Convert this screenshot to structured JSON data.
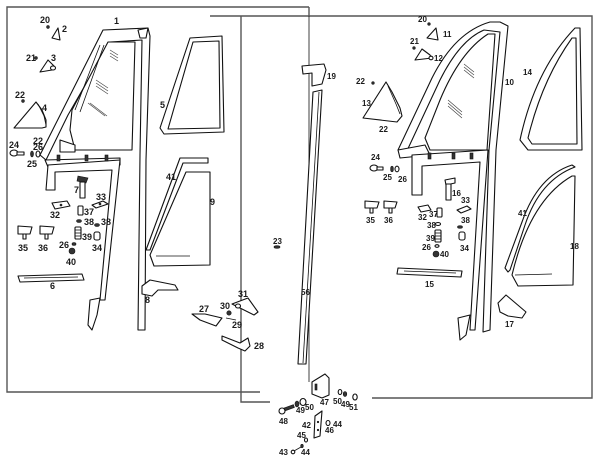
{
  "diagram": {
    "type": "exploded-parts-diagram",
    "subject": "vent window / quarter window assembly",
    "left_group": {
      "callouts": [
        "1",
        "2",
        "3",
        "4",
        "5",
        "6",
        "7",
        "8",
        "9",
        "20",
        "21",
        "22",
        "22",
        "24",
        "25",
        "26",
        "26",
        "27",
        "28",
        "29",
        "30",
        "31",
        "32",
        "33",
        "34",
        "35",
        "36",
        "37",
        "38",
        "38",
        "39",
        "40",
        "41"
      ]
    },
    "center_group": {
      "callouts": [
        "19",
        "23",
        "56",
        "42",
        "43",
        "44",
        "44",
        "45",
        "46",
        "47",
        "48",
        "49",
        "49",
        "50",
        "50",
        "51"
      ]
    },
    "right_group": {
      "callouts": [
        "10",
        "11",
        "12",
        "13",
        "14",
        "15",
        "16",
        "17",
        "18",
        "20",
        "21",
        "22",
        "22",
        "24",
        "25",
        "26",
        "26",
        "32",
        "33",
        "34",
        "35",
        "36",
        "37",
        "38",
        "38",
        "39",
        "40",
        "41"
      ]
    }
  },
  "labels": {
    "l1": "1",
    "l2": "2",
    "l3": "3",
    "l4": "4",
    "l5": "5",
    "l6": "6",
    "l7": "7",
    "l8": "8",
    "l9": "9",
    "l20": "20",
    "l21": "21",
    "l22a": "22",
    "l22b": "22",
    "l24": "24",
    "l25": "25",
    "l26a": "26",
    "l26b": "26",
    "l27": "27",
    "l28": "28",
    "l29": "29",
    "l30": "30",
    "l31": "31",
    "l32": "32",
    "l33": "33",
    "l34": "34",
    "l35": "35",
    "l36": "36",
    "l37": "37",
    "l38a": "38",
    "l38b": "38",
    "l39": "39",
    "l40": "40",
    "l41": "41",
    "c19": "19",
    "c23": "23",
    "c56": "56",
    "c42": "42",
    "c43": "43",
    "c44a": "44",
    "c44b": "44",
    "c45": "45",
    "c46": "46",
    "c47": "47",
    "c48": "48",
    "c49a": "49",
    "c49b": "49",
    "c50a": "50",
    "c50b": "50",
    "c51": "51",
    "r10": "10",
    "r11": "11",
    "r12": "12",
    "r13": "13",
    "r14": "14",
    "r15": "15",
    "r16": "16",
    "r17": "17",
    "r18": "18",
    "r20": "20",
    "r21": "21",
    "r22a": "22",
    "r22b": "22",
    "r24": "24",
    "r25": "25",
    "r26a": "26",
    "r26b": "26",
    "r32": "32",
    "r33": "33",
    "r34": "34",
    "r35": "35",
    "r36": "36",
    "r37": "37",
    "r38a": "38",
    "r38b": "38",
    "r39": "39",
    "r40": "40",
    "r41": "41"
  }
}
